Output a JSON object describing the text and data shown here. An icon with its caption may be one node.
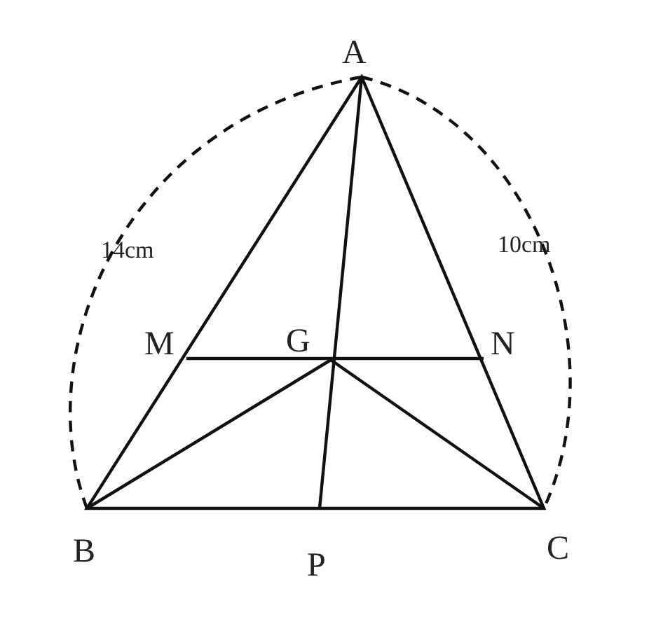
{
  "diagram": {
    "labels": [
      "A",
      "14cm",
      "10cm",
      "M",
      "G",
      "N",
      "B",
      "P",
      "C"
    ]
  }
}
